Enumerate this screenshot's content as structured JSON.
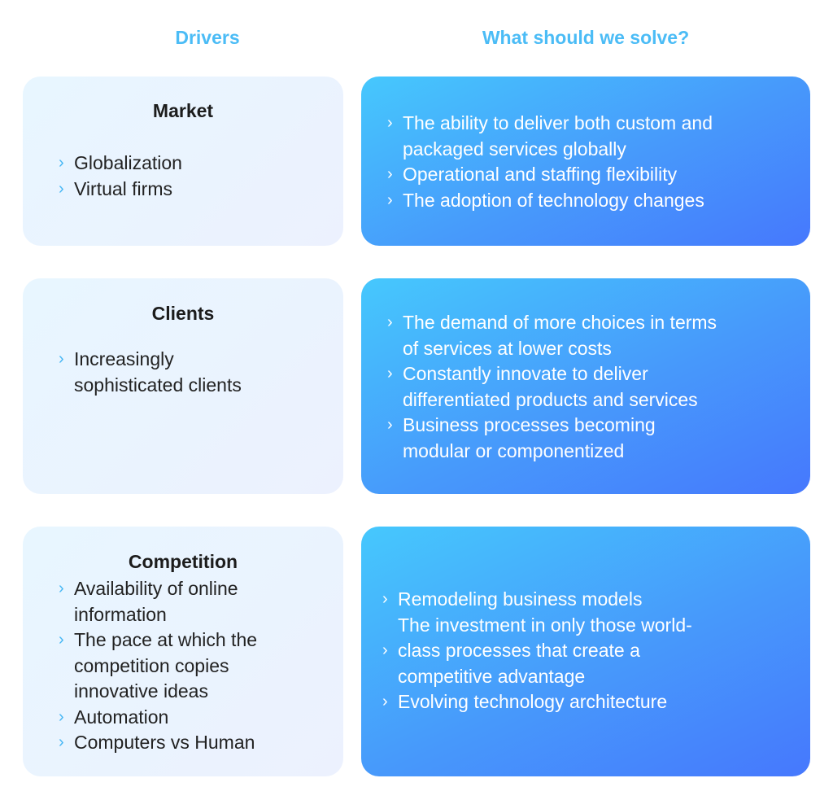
{
  "headers": {
    "drivers": "Drivers",
    "solve": "What should we solve?"
  },
  "rows": [
    {
      "driver": {
        "title": "Market",
        "lines": [
          {
            "text": "Globalization",
            "bullet": true
          },
          {
            "text": "Virtual firms",
            "bullet": true
          }
        ]
      },
      "solve": {
        "lines": [
          {
            "text": "The ability to deliver both custom and",
            "bullet": true
          },
          {
            "text": "packaged services globally",
            "bullet": false
          },
          {
            "text": "Operational and staffing flexibility",
            "bullet": true
          },
          {
            "text": "The adoption of technology changes",
            "bullet": true
          }
        ]
      }
    },
    {
      "driver": {
        "title": "Clients",
        "lines": [
          {
            "text": "Increasingly",
            "bullet": true
          },
          {
            "text": "sophisticated clients",
            "bullet": false
          }
        ]
      },
      "solve": {
        "lines": [
          {
            "text": "The demand of more choices in terms",
            "bullet": true
          },
          {
            "text": "of services at lower costs",
            "bullet": false
          },
          {
            "text": "Constantly innovate to deliver",
            "bullet": true
          },
          {
            "text": "differentiated products and services",
            "bullet": false
          },
          {
            "text": "Business processes becoming",
            "bullet": true
          },
          {
            "text": "modular or componentized",
            "bullet": false
          }
        ]
      }
    },
    {
      "driver": {
        "title": "Competition",
        "lines": [
          {
            "text": "Availability of online",
            "bullet": true
          },
          {
            "text": "information",
            "bullet": false
          },
          {
            "text": "The pace at which the",
            "bullet": true
          },
          {
            "text": "competition copies",
            "bullet": false
          },
          {
            "text": "innovative ideas",
            "bullet": false
          },
          {
            "text": "Automation",
            "bullet": true
          },
          {
            "text": "Computers vs Human",
            "bullet": true
          }
        ]
      },
      "solve": {
        "lines": [
          {
            "text": "Remodeling business models",
            "bullet": true
          },
          {
            "text": "The investment in only those world-",
            "bullet": false
          },
          {
            "text": "class processes that create a",
            "bullet": true
          },
          {
            "text": "competitive advantage",
            "bullet": false
          },
          {
            "text": "Evolving technology architecture",
            "bullet": true
          }
        ]
      }
    }
  ],
  "chevron": "›",
  "colors": {
    "accent": "#4bbcf6",
    "gradient_start": "#46c8fd",
    "gradient_end": "#4678fd"
  }
}
